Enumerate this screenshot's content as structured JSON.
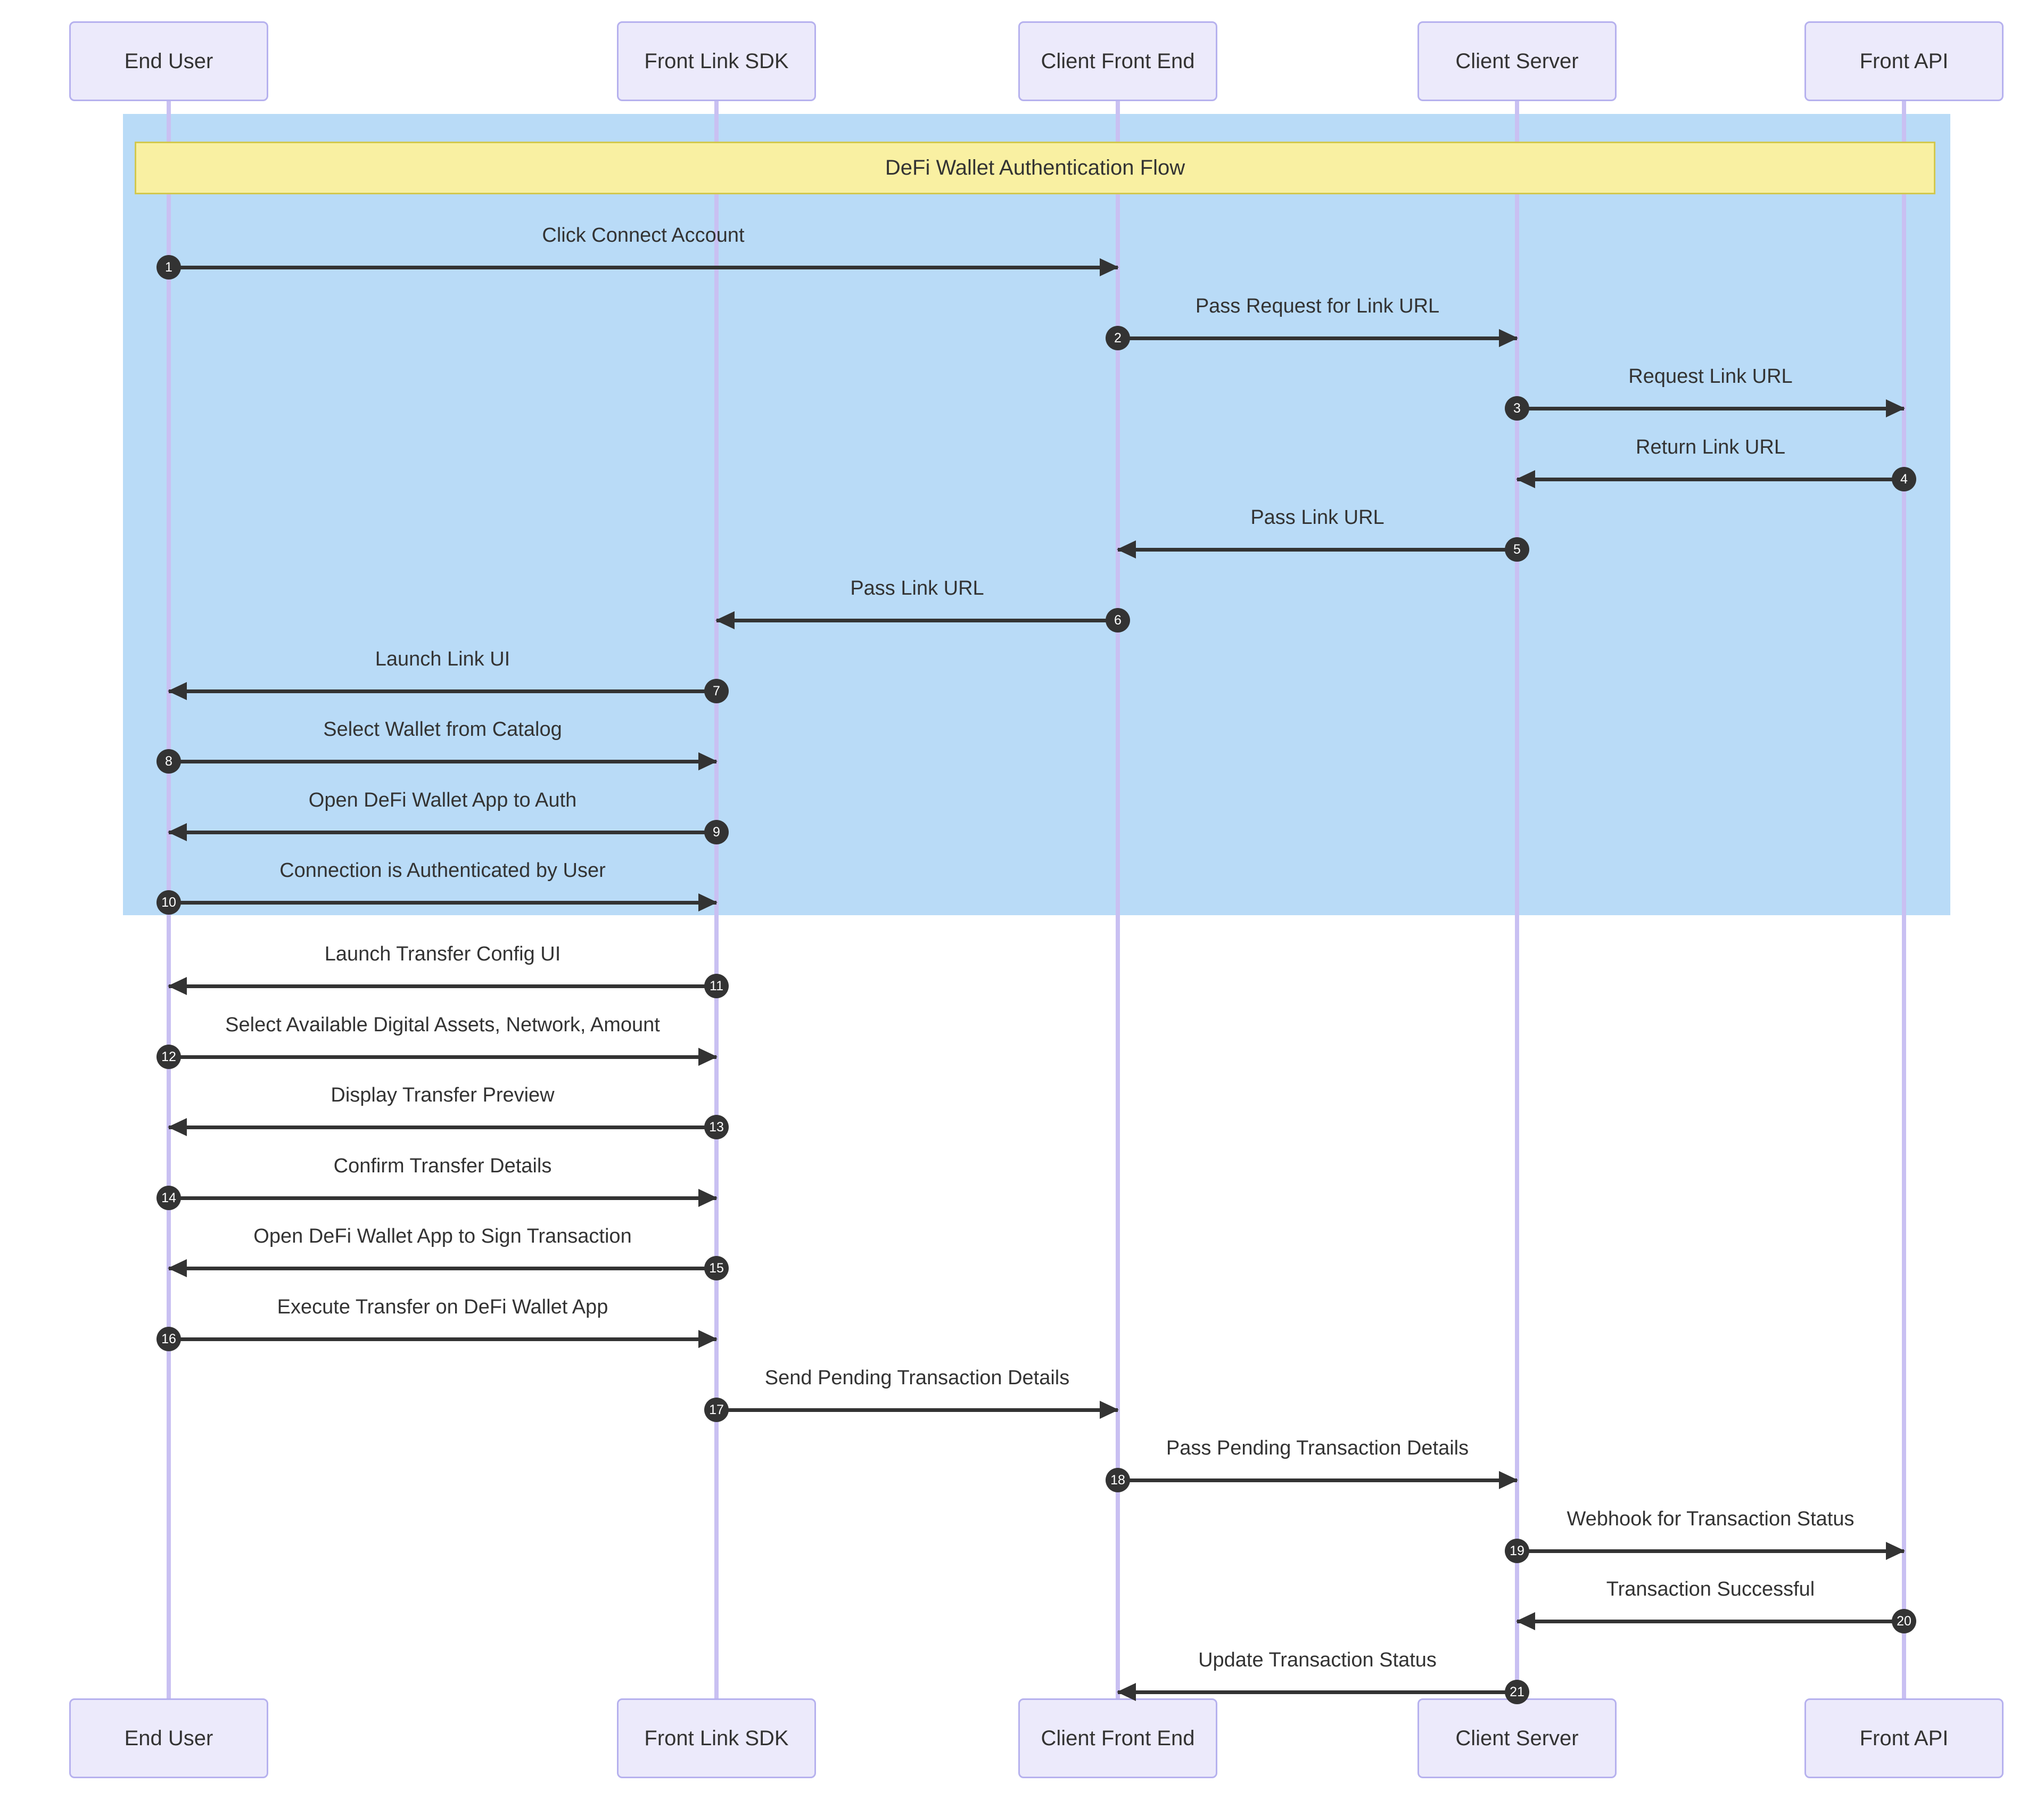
{
  "diagram": {
    "type": "sequence-diagram",
    "section": {
      "label": "DeFi Wallet Authentication Flow",
      "covers_messages_from": 1,
      "covers_messages_to": 10
    },
    "actors": [
      {
        "id": "end-user",
        "label": "End User"
      },
      {
        "id": "front-link-sdk",
        "label": "Front Link SDK"
      },
      {
        "id": "client-front-end",
        "label": "Client Front End"
      },
      {
        "id": "client-server",
        "label": "Client Server"
      },
      {
        "id": "front-api",
        "label": "Front API"
      }
    ],
    "messages": [
      {
        "num": 1,
        "label": "Click Connect Account",
        "from": "end-user",
        "to": "client-front-end"
      },
      {
        "num": 2,
        "label": "Pass Request for Link URL",
        "from": "client-front-end",
        "to": "client-server"
      },
      {
        "num": 3,
        "label": "Request Link URL",
        "from": "client-server",
        "to": "front-api"
      },
      {
        "num": 4,
        "label": "Return Link URL",
        "from": "front-api",
        "to": "client-server"
      },
      {
        "num": 5,
        "label": "Pass Link URL",
        "from": "client-server",
        "to": "client-front-end"
      },
      {
        "num": 6,
        "label": "Pass Link URL",
        "from": "client-front-end",
        "to": "front-link-sdk"
      },
      {
        "num": 7,
        "label": "Launch Link UI",
        "from": "front-link-sdk",
        "to": "end-user"
      },
      {
        "num": 8,
        "label": "Select Wallet from Catalog",
        "from": "end-user",
        "to": "front-link-sdk"
      },
      {
        "num": 9,
        "label": "Open DeFi Wallet App to Auth",
        "from": "front-link-sdk",
        "to": "end-user"
      },
      {
        "num": 10,
        "label": "Connection is Authenticated by User",
        "from": "end-user",
        "to": "front-link-sdk"
      },
      {
        "num": 11,
        "label": "Launch Transfer Config UI",
        "from": "front-link-sdk",
        "to": "end-user"
      },
      {
        "num": 12,
        "label": "Select Available Digital Assets, Network, Amount",
        "from": "end-user",
        "to": "front-link-sdk"
      },
      {
        "num": 13,
        "label": "Display Transfer Preview",
        "from": "front-link-sdk",
        "to": "end-user"
      },
      {
        "num": 14,
        "label": "Confirm Transfer Details",
        "from": "end-user",
        "to": "front-link-sdk"
      },
      {
        "num": 15,
        "label": "Open DeFi Wallet App to Sign Transaction",
        "from": "front-link-sdk",
        "to": "end-user"
      },
      {
        "num": 16,
        "label": "Execute Transfer on DeFi Wallet App",
        "from": "end-user",
        "to": "front-link-sdk"
      },
      {
        "num": 17,
        "label": "Send Pending Transaction Details",
        "from": "front-link-sdk",
        "to": "client-front-end"
      },
      {
        "num": 18,
        "label": "Pass Pending Transaction Details",
        "from": "client-front-end",
        "to": "client-server"
      },
      {
        "num": 19,
        "label": "Webhook for Transaction Status",
        "from": "client-server",
        "to": "front-api"
      },
      {
        "num": 20,
        "label": "Transaction Successful",
        "from": "front-api",
        "to": "client-server"
      },
      {
        "num": 21,
        "label": "Update Transaction Status",
        "from": "client-server",
        "to": "client-front-end"
      }
    ],
    "colors": {
      "section_background": "#b9dbf7",
      "banner_background": "#f9f0a2",
      "banner_border": "#d2c84e",
      "actor_fill": "#eceafb",
      "actor_border": "#b6b1ee",
      "lifeline": "#c9c0f2",
      "arrow": "#333333",
      "number_badge_background": "#333333",
      "number_badge_text": "#ffffff",
      "text": "#333333"
    }
  }
}
